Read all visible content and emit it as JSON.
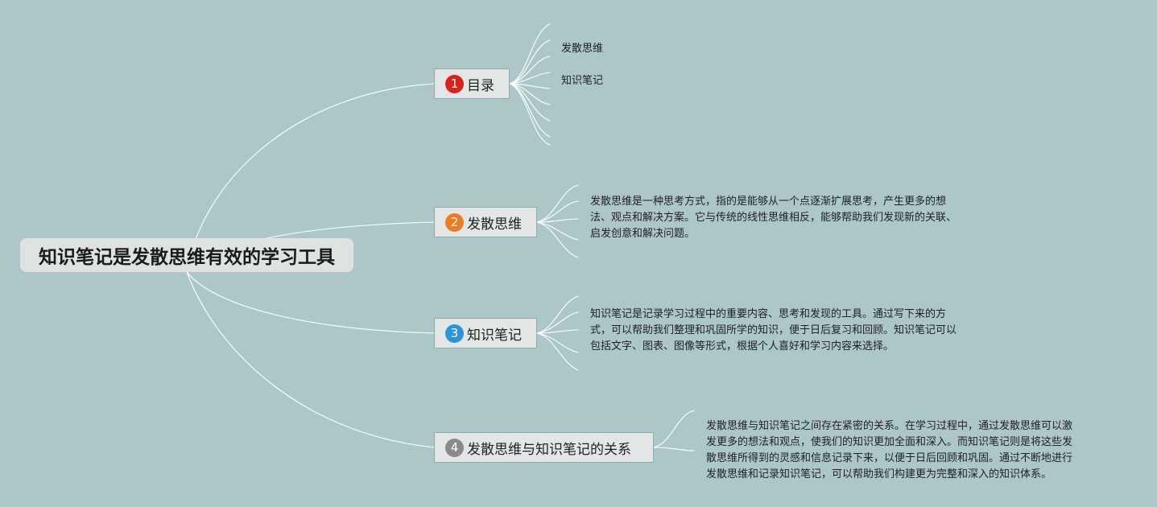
{
  "colors": {
    "background": "#adc7c9",
    "connector": "#ffffff",
    "badge_1": "#d9231a",
    "badge_2": "#ee7a1e",
    "badge_3": "#2b95d9",
    "badge_4": "#8a8a8a"
  },
  "root": {
    "label": "知识笔记是发散思维有效的学习工具"
  },
  "branches": [
    {
      "number": "1",
      "label": "目录",
      "children": [
        "发散思维",
        "知识笔记"
      ]
    },
    {
      "number": "2",
      "label": "发散思维",
      "text": "发散思维是一种思考方式，指的是能够从一个点逐渐扩展思考，产生更多的想\n法、观点和解决方案。它与传统的线性思维相反，能够帮助我们发现新的关联、\n启发创意和解决问题。"
    },
    {
      "number": "3",
      "label": "知识笔记",
      "text": "知识笔记是记录学习过程中的重要内容、思考和发现的工具。通过写下来的方\n式，可以帮助我们整理和巩固所学的知识，便于日后复习和回顾。知识笔记可以\n包括文字、图表、图像等形式，根据个人喜好和学习内容来选择。"
    },
    {
      "number": "4",
      "label": "发散思维与知识笔记的关系",
      "text": "发散思维与知识笔记之间存在紧密的关系。在学习过程中，通过发散思维可以激\n发更多的想法和观点，使我们的知识更加全面和深入。而知识笔记则是将这些发\n散思维所得到的灵感和信息记录下来，以便于日后回顾和巩固。通过不断地进行\n发散思维和记录知识笔记，可以帮助我们构建更为完整和深入的知识体系。"
    }
  ]
}
